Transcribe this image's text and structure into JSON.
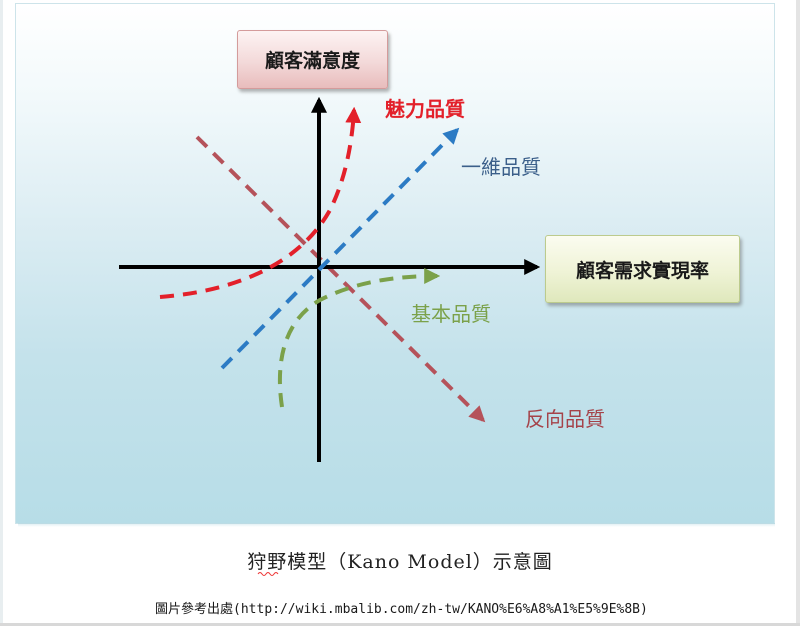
{
  "diagram": {
    "title": "狩野模型（Kano Model）示意圖",
    "y_axis_label": "顧客滿意度",
    "x_axis_label": "顧客需求實現率",
    "curves": [
      {
        "id": "attractive",
        "label": "魅力品質",
        "color": "#e3202a",
        "style": "dashed",
        "shape": "convex curve rising steeply"
      },
      {
        "id": "one_dimensional",
        "label": "一維品質",
        "color": "#2c7bc4",
        "style": "dashed",
        "shape": "straight diagonal line"
      },
      {
        "id": "must_be",
        "label": "基本品質",
        "color": "#7ba14a",
        "style": "dashed",
        "shape": "concave curve flattening"
      },
      {
        "id": "reverse",
        "label": "反向品質",
        "color": "#b5525a",
        "style": "dashed",
        "shape": "straight descending diagonal"
      }
    ],
    "colors": {
      "background_top": "#ffffff",
      "background_bottom": "#b7dde7",
      "axis": "#000000",
      "y_box_fill": "#f3d9d9",
      "x_box_fill": "#eff3d6"
    }
  },
  "caption": {
    "title": "狩野模型（Kano Model）示意圖",
    "source_label": "圖片參考出處",
    "source_url": "(http://wiki.mbalib.com/zh-tw/KANO%E6%A8%A1%E5%9E%8B)"
  }
}
